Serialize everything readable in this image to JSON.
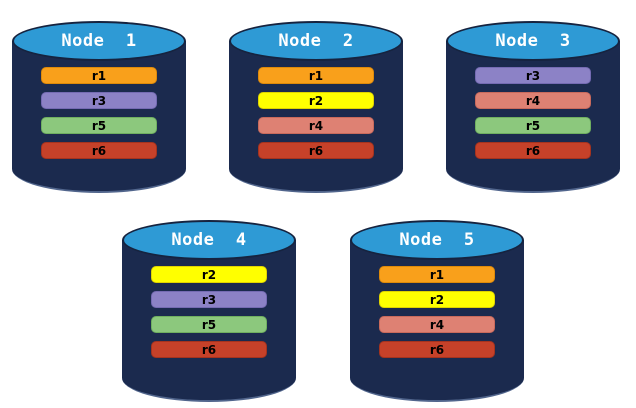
{
  "colors": {
    "cylinder_body": "#1B2A4E",
    "cylinder_top": "#2E9AD5",
    "cylinder_rim": "#16233F",
    "cylinder_bottom_highlight": "#51658C",
    "replica_styles": {
      "r1": {
        "fill": "#F9A01B",
        "border": "#DE8A0A"
      },
      "r2": {
        "fill": "#FFFF00",
        "border": "#E0D400"
      },
      "r3": {
        "fill": "#8C82C6",
        "border": "#756BB3"
      },
      "r4": {
        "fill": "#DE8173",
        "border": "#C96A5C"
      },
      "r5": {
        "fill": "#8CC87D",
        "border": "#6FAF60"
      },
      "r6": {
        "fill": "#C64129",
        "border": "#A5331E"
      }
    }
  },
  "nodes": [
    {
      "name": "Node  1",
      "replicas": [
        "r1",
        "r3",
        "r5",
        "r6"
      ]
    },
    {
      "name": "Node  2",
      "replicas": [
        "r1",
        "r2",
        "r4",
        "r6"
      ]
    },
    {
      "name": "Node  3",
      "replicas": [
        "r3",
        "r4",
        "r5",
        "r6"
      ]
    },
    {
      "name": "Node  4",
      "replicas": [
        "r2",
        "r3",
        "r5",
        "r6"
      ]
    },
    {
      "name": "Node  5",
      "replicas": [
        "r1",
        "r2",
        "r4",
        "r6"
      ]
    }
  ]
}
